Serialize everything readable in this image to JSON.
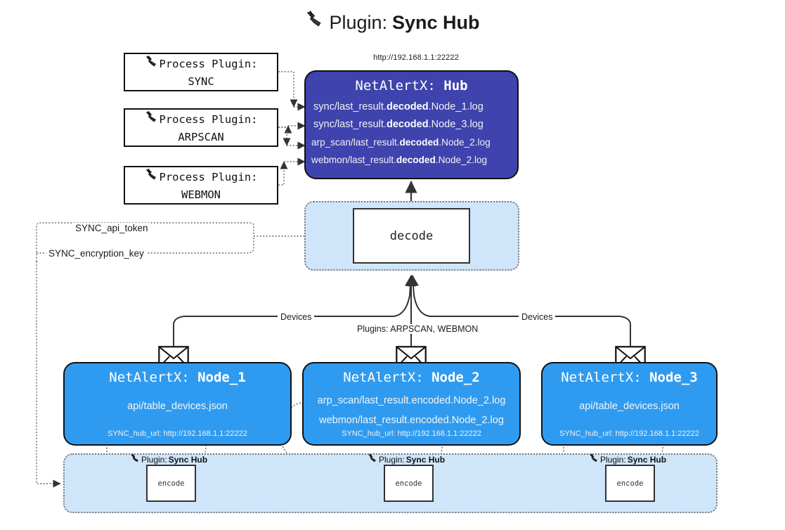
{
  "title": {
    "icon": "plug-icon",
    "prefix": "Plugin:",
    "name": "Sync Hub"
  },
  "hub": {
    "url": "http://192.168.1.1:22222",
    "title_prefix": "NetAlertX:",
    "title_name": "Hub",
    "logs": [
      {
        "pre": "sync/last_result.",
        "em": "decoded",
        "post": ".Node_1.log"
      },
      {
        "pre": "sync/last_result.",
        "em": "decoded",
        "post": ".Node_3.log"
      },
      {
        "pre": "arp_scan/last_result.",
        "em": "decoded",
        "post": ".Node_2.log"
      },
      {
        "pre": "webmon/last_result.",
        "em": "decoded",
        "post": ".Node_2.log"
      }
    ]
  },
  "process_plugins": [
    {
      "icon": "plug-icon",
      "label": "Process Plugin:",
      "name": "SYNC"
    },
    {
      "icon": "plug-icon",
      "label": "Process Plugin:",
      "name": "ARPSCAN"
    },
    {
      "icon": "plug-icon",
      "label": "Process Plugin:",
      "name": "WEBMON"
    }
  ],
  "decode": {
    "label": "decode"
  },
  "keys": {
    "api_token": "SYNC_api_token",
    "encryption_key": "SYNC_encryption_key"
  },
  "edge_labels": {
    "devices_left": "Devices",
    "devices_right": "Devices",
    "plugins_center": "Plugins: ARPSCAN, WEBMON"
  },
  "nodes": [
    {
      "title_prefix": "NetAlertX:",
      "title_name": "Node_1",
      "lines": [
        "api/table_devices.json"
      ],
      "hub_url_label": "SYNC_hub_url:",
      "hub_url": "http://192.168.1.1:22222",
      "envelope": "envelope-icon"
    },
    {
      "title_prefix": "NetAlertX:",
      "title_name": "Node_2",
      "lines": [
        "arp_scan/last_result.encoded.Node_2.log",
        "webmon/last_result.encoded.Node_2.log"
      ],
      "hub_url_label": "SYNC_hub_url:",
      "hub_url": "http://192.168.1.1:22222",
      "envelope": "envelope-icon"
    },
    {
      "title_prefix": "NetAlertX:",
      "title_name": "Node_3",
      "lines": [
        "api/table_devices.json"
      ],
      "hub_url_label": "SYNC_hub_url:",
      "hub_url": "http://192.168.1.1:22222",
      "envelope": "envelope-icon"
    }
  ],
  "encode_blocks": [
    {
      "icon": "plug-icon",
      "prefix": "Plugin:",
      "name": "Sync Hub",
      "box_label": "encode"
    },
    {
      "icon": "plug-icon",
      "prefix": "Plugin:",
      "name": "Sync Hub",
      "box_label": "encode"
    },
    {
      "icon": "plug-icon",
      "prefix": "Plugin:",
      "name": "Sync Hub",
      "box_label": "encode"
    }
  ],
  "colors": {
    "hub_fill": "#3f43ad",
    "node_fill": "#2f9bf0",
    "region_fill": "#cfe6fa",
    "outline": "#111111",
    "dotted": "#7a7a7a"
  }
}
